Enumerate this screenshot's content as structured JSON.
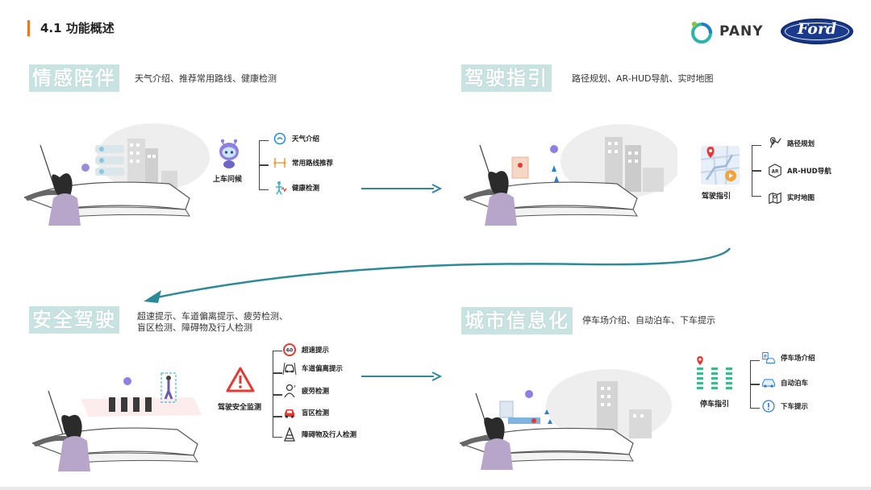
{
  "header": {
    "title": "4.1 功能概述"
  },
  "logos": {
    "pany_text": "PANY",
    "ford_text": "Ford"
  },
  "colors": {
    "accent": "#e8772a",
    "teal": "#5b9ea3",
    "tag_bg": "#c8e3e1",
    "red": "#e53935",
    "blue": "#1a3a8c"
  },
  "sections": {
    "emotion": {
      "tag": "情感陪伴",
      "desc": "天气介绍、推荐常用路线、健康检测",
      "hub_label": "上车问候",
      "features": [
        {
          "icon": "weather-icon",
          "label": "天气介绍"
        },
        {
          "icon": "route-icon",
          "label": "常用路线推荐"
        },
        {
          "icon": "health-icon",
          "label": "健康检测"
        }
      ]
    },
    "guidance": {
      "tag": "驾驶指引",
      "desc": "路径规划、AR-HUD导航、实时地图",
      "hub_label": "驾驶指引",
      "features": [
        {
          "icon": "map-pin-icon",
          "label": "路径规划"
        },
        {
          "icon": "ar-icon",
          "label": "AR-HUD导航"
        },
        {
          "icon": "realtime-map-icon",
          "label": "实时地图"
        }
      ]
    },
    "safety": {
      "tag": "安全驾驶",
      "desc_line1": "超速提示、车道偏离提示、疲劳检测、",
      "desc_line2": "盲区检测、障碍物及行人检测",
      "hub_label": "驾驶安全监测",
      "features": [
        {
          "icon": "speed-limit-icon",
          "label": "超速提示"
        },
        {
          "icon": "lane-departure-icon",
          "label": "车道偏离提示"
        },
        {
          "icon": "fatigue-icon",
          "label": "疲劳检测"
        },
        {
          "icon": "blind-spot-icon",
          "label": "盲区检测"
        },
        {
          "icon": "obstacle-icon",
          "label": "障碍物及行人检测"
        }
      ]
    },
    "city": {
      "tag": "城市信息化",
      "desc": "停车场介绍、自动泊车、下车提示",
      "hub_label": "停车指引",
      "features": [
        {
          "icon": "parking-lot-icon",
          "label": "停车场介绍"
        },
        {
          "icon": "auto-park-icon",
          "label": "自动泊车"
        },
        {
          "icon": "exit-alert-icon",
          "label": "下车提示"
        }
      ]
    }
  }
}
